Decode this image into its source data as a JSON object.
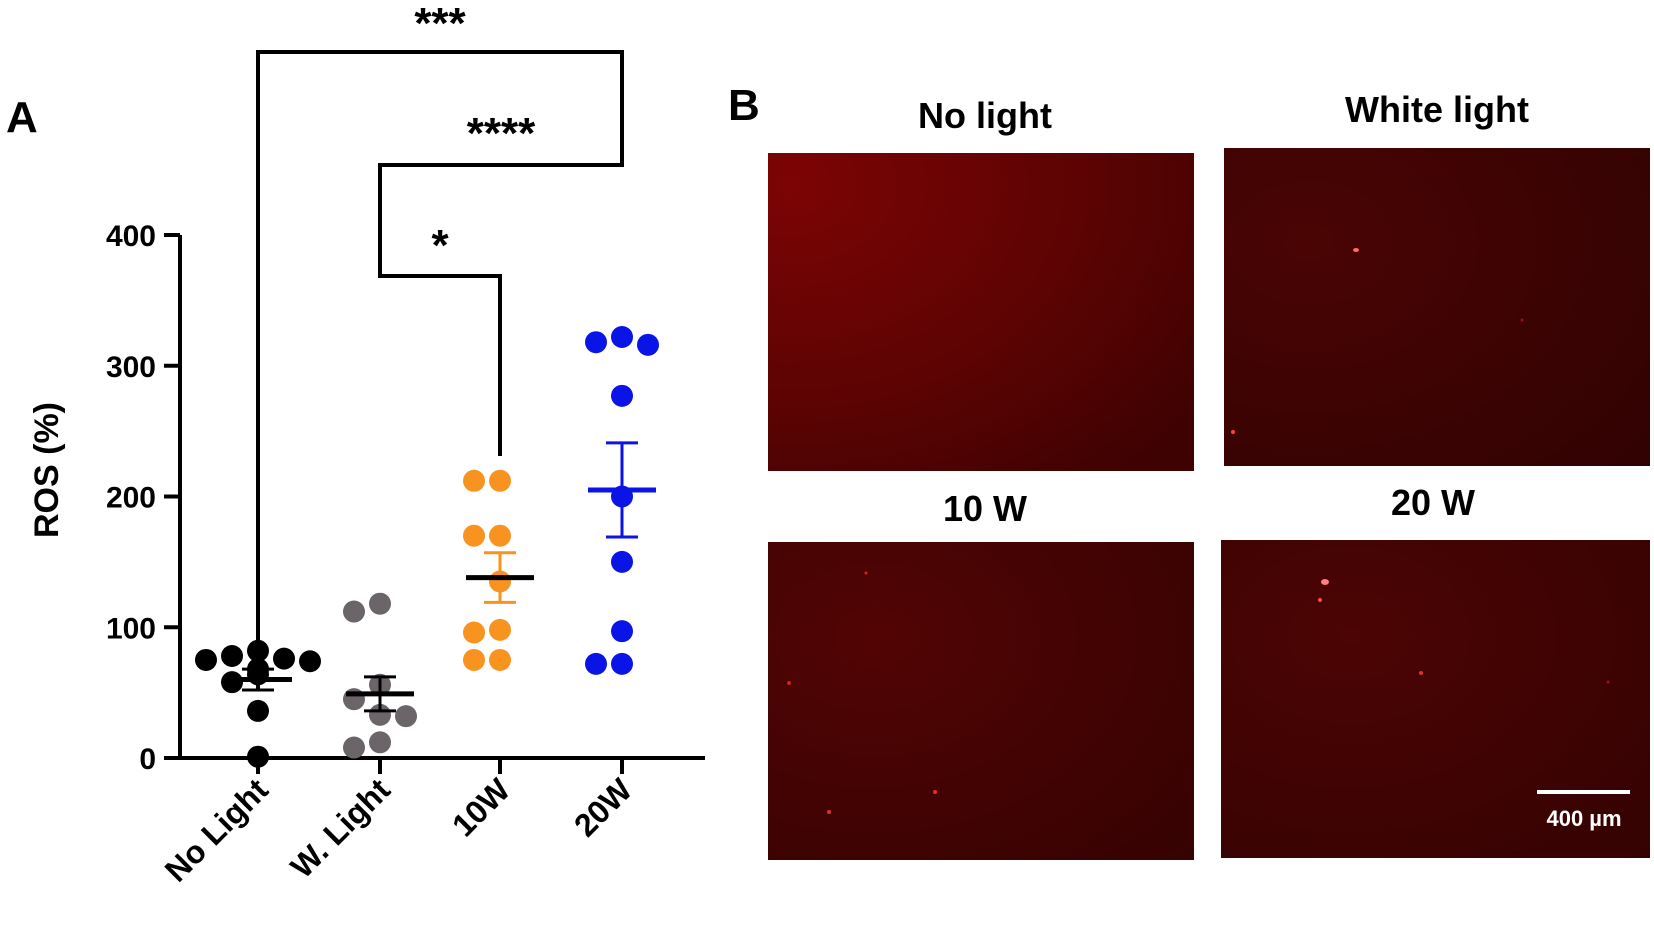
{
  "panel_a_label": "A",
  "panel_b_label": "B",
  "chart_data": {
    "type": "scatter",
    "ylabel": "ROS (%)",
    "ylim": [
      0,
      400
    ],
    "yticks": [
      "0",
      "100",
      "200",
      "300",
      "400"
    ],
    "categories": [
      "No Light",
      "W. Light",
      "10W",
      "20W"
    ],
    "series": [
      {
        "category": "No Light",
        "color": "#000000",
        "values": [
          82,
          78,
          76,
          74,
          75,
          68,
          64,
          58,
          36,
          1
        ],
        "mean": 60,
        "sem_low": 52,
        "sem_high": 68
      },
      {
        "category": "W. Light",
        "color": "#6b6469",
        "values": [
          112,
          118,
          56,
          45,
          32,
          33,
          8,
          12
        ],
        "mean": 49,
        "sem_low": 36,
        "sem_high": 62
      },
      {
        "category": "10W",
        "color": "#f7931e",
        "values": [
          212,
          212,
          170,
          170,
          135,
          98,
          96,
          75,
          75
        ],
        "mean": 138,
        "sem_low": 119,
        "sem_high": 157
      },
      {
        "category": "20W",
        "color": "#0a14e6",
        "values": [
          318,
          322,
          316,
          277,
          200,
          150,
          97,
          72,
          72
        ],
        "mean": 205,
        "sem_low": 169,
        "sem_high": 241
      }
    ],
    "significance": [
      {
        "from": "W. Light",
        "to": "10W",
        "label": "*"
      },
      {
        "from": "W. Light",
        "to": "20W",
        "label": "****"
      },
      {
        "from": "No Light",
        "to": "20W",
        "label": "***"
      }
    ]
  },
  "panel_b": {
    "images": [
      {
        "title": "No light"
      },
      {
        "title": "White light"
      },
      {
        "title": "10 W"
      },
      {
        "title": "20 W"
      }
    ],
    "scale_bar": "400 µm"
  }
}
